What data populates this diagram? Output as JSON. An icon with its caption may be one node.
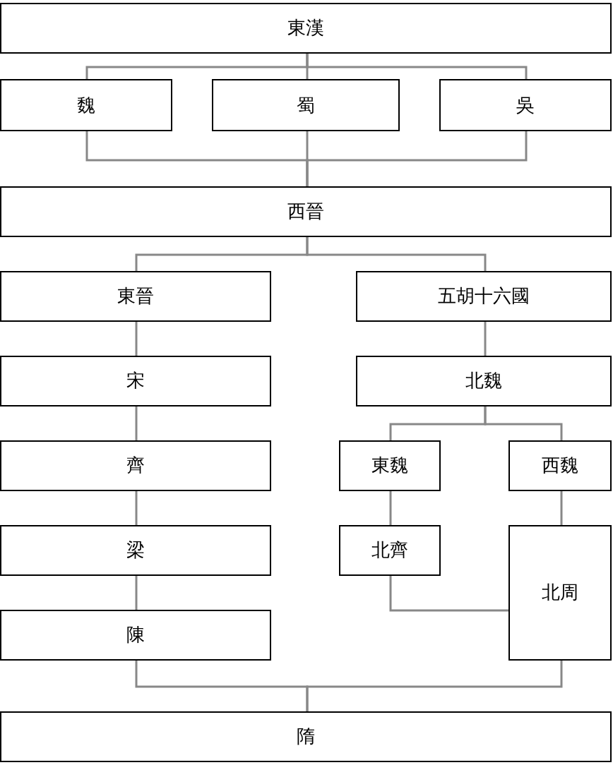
{
  "diagram": {
    "nodes": [
      {
        "text": [
          "東漢"
        ]
      },
      {
        "text": [
          "魏"
        ]
      },
      {
        "text": [
          "蜀"
        ]
      },
      {
        "text": [
          "吳"
        ]
      },
      {
        "text": [
          "西晉"
        ]
      },
      {
        "text": [
          "東晉"
        ]
      },
      {
        "text": [
          "五胡十六國"
        ]
      },
      {
        "text": [
          "宋"
        ]
      },
      {
        "text": [
          "北魏"
        ]
      },
      {
        "text": [
          "齊"
        ]
      },
      {
        "text": [
          "東魏"
        ]
      },
      {
        "text": [
          "西魏"
        ]
      },
      {
        "text": [
          "梁"
        ]
      },
      {
        "text": [
          "北齊"
        ]
      },
      {
        "text": [
          "北周"
        ]
      },
      {
        "text": [
          "陳"
        ]
      },
      {
        "text": [
          "隋"
        ]
      }
    ],
    "edges": [
      {
        "from": 0,
        "to": 1,
        "arrow": "none"
      },
      {
        "from": 0,
        "to": 2,
        "arrow": "none"
      },
      {
        "from": 0,
        "to": 3,
        "arrow": "none"
      },
      {
        "from": 1,
        "to": 4,
        "arrow": "none"
      },
      {
        "from": 2,
        "to": 4,
        "arrow": "none"
      },
      {
        "from": 3,
        "to": 4,
        "arrow": "none"
      },
      {
        "from": 4,
        "to": 5,
        "arrow": "none"
      },
      {
        "from": 4,
        "to": 6,
        "arrow": "none"
      },
      {
        "from": 5,
        "to": 7,
        "arrow": "none"
      },
      {
        "from": 6,
        "to": 8,
        "arrow": "none"
      },
      {
        "from": 7,
        "to": 9,
        "arrow": "none"
      },
      {
        "from": 8,
        "to": 10,
        "arrow": "none"
      },
      {
        "from": 8,
        "to": 11,
        "arrow": "none"
      },
      {
        "from": 9,
        "to": 12,
        "arrow": "none"
      },
      {
        "from": 10,
        "to": 13,
        "arrow": "none"
      },
      {
        "from": 11,
        "to": 14,
        "arrow": "none"
      },
      {
        "from": 12,
        "to": 15,
        "arrow": "none"
      },
      {
        "from": 13,
        "to": 14,
        "arrow": "none"
      },
      {
        "from": 15,
        "to": 16,
        "arrow": "none"
      },
      {
        "from": 14,
        "to": 16,
        "arrow": "none"
      }
    ]
  }
}
